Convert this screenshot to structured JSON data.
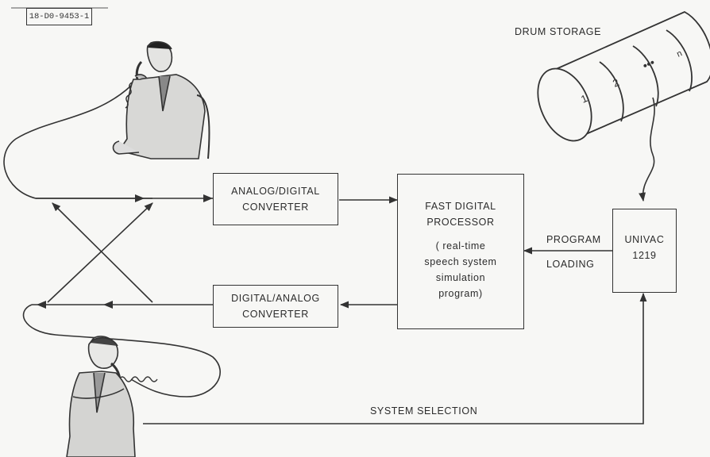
{
  "figure_id": "18-D0-9453-1",
  "drum": {
    "title": "DRUM STORAGE",
    "segments": [
      "1",
      "2",
      "•••",
      "n"
    ]
  },
  "adc": {
    "line1": "ANALOG/DIGITAL",
    "line2": "CONVERTER"
  },
  "dac": {
    "line1": "DIGITAL/ANALOG",
    "line2": "CONVERTER"
  },
  "processor": {
    "line1": "FAST DIGITAL",
    "line2": "PROCESSOR",
    "line3": "( real-time",
    "line4": "speech system",
    "line5": "simulation",
    "line6": "program)"
  },
  "computer": {
    "line1": "UNIVAC",
    "line2": "1219"
  },
  "program_loading": {
    "line1": "PROGRAM",
    "line2": "LOADING"
  },
  "system_selection": "SYSTEM SELECTION"
}
